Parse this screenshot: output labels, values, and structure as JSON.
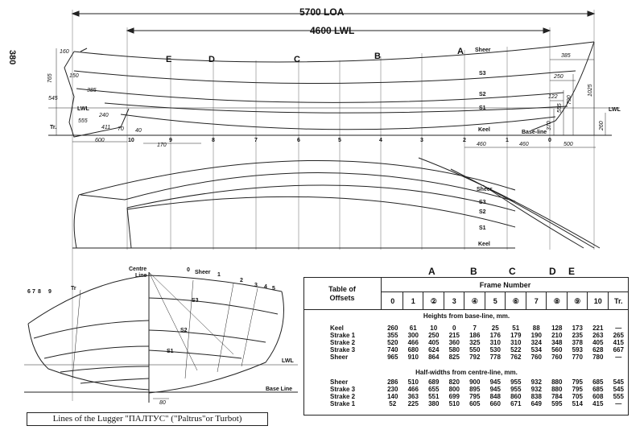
{
  "page_number": "380",
  "dims": {
    "loa": "5700 LOA",
    "lwl": "4600 LWL",
    "d160": "160",
    "d765": "765",
    "d150": "150",
    "d545": "545",
    "d385a": "385",
    "d555": "555",
    "d240": "240",
    "d411": "411",
    "d70": "70",
    "d40": "40",
    "d600": "600",
    "d170": "170",
    "d460a": "460",
    "d460b": "460",
    "d500": "500",
    "d385b": "385",
    "d250": "250",
    "d122": "122",
    "d370": "370",
    "d555b": "555",
    "d790": "790",
    "d1025": "1025",
    "d260": "260",
    "d80": "80"
  },
  "stations": {
    "letters": [
      "E",
      "D",
      "C",
      "B",
      "A"
    ],
    "numbers": [
      "10",
      "9",
      "8",
      "7",
      "6",
      "5",
      "4",
      "3",
      "2",
      "1",
      "0"
    ]
  },
  "profile_labels": {
    "sheer": "Sheer",
    "s3": "S3",
    "s2": "S2",
    "s1": "S1",
    "keel": "Keel",
    "base_line": "Base-line",
    "lwl": "LWL",
    "lwl_right": "LWL",
    "tr": "Tr."
  },
  "plan_labels": {
    "sheer": "Sheer",
    "s3": "S3",
    "s2": "S2",
    "s1": "S1",
    "keel": "Keel"
  },
  "body_plan": {
    "centre_line": "Centre\nLine",
    "sheer": "Sheer",
    "s3": "S3",
    "s2": "S2",
    "s1": "S1",
    "lwl": "LWL",
    "base_line": "Base Line",
    "tr": "Tr",
    "left_stations": [
      "6",
      "7",
      "8",
      "9"
    ],
    "right_stations": [
      "0",
      "1",
      "2",
      "3",
      "4",
      "5"
    ]
  },
  "table": {
    "title": "Table of\nOffsets",
    "frame_number": "Frame Number",
    "letters": [
      "A",
      "B",
      "C",
      "D",
      "E"
    ],
    "columns": [
      "0",
      "1",
      "②",
      "3",
      "④",
      "5",
      "⑥",
      "7",
      "⑧",
      "⑨",
      "10",
      "Tr."
    ],
    "heights_title": "Heights from base-line, mm.",
    "heights": [
      {
        "label": "Keel",
        "values": [
          "260",
          "61",
          "10",
          "0",
          "7",
          "25",
          "51",
          "88",
          "128",
          "173",
          "221",
          "—"
        ]
      },
      {
        "label": "Strake 1",
        "values": [
          "355",
          "300",
          "250",
          "215",
          "186",
          "176",
          "179",
          "190",
          "210",
          "235",
          "263",
          "265"
        ]
      },
      {
        "label": "Strake 2",
        "values": [
          "520",
          "466",
          "405",
          "360",
          "325",
          "310",
          "310",
          "324",
          "348",
          "378",
          "405",
          "415"
        ]
      },
      {
        "label": "Strake 3",
        "values": [
          "740",
          "680",
          "624",
          "580",
          "550",
          "530",
          "522",
          "534",
          "560",
          "593",
          "628",
          "667"
        ]
      },
      {
        "label": "Sheer",
        "values": [
          "965",
          "910",
          "864",
          "825",
          "792",
          "778",
          "762",
          "760",
          "760",
          "770",
          "780",
          "—"
        ]
      }
    ],
    "halfwidths_title": "Half-widths from centre-line, mm.",
    "halfwidths": [
      {
        "label": "Sheer",
        "values": [
          "286",
          "510",
          "689",
          "820",
          "900",
          "945",
          "955",
          "932",
          "880",
          "795",
          "685",
          "545"
        ]
      },
      {
        "label": "Strake 3",
        "values": [
          "230",
          "466",
          "655",
          "800",
          "895",
          "945",
          "955",
          "932",
          "880",
          "795",
          "685",
          "545"
        ]
      },
      {
        "label": "Strake 2",
        "values": [
          "140",
          "363",
          "551",
          "699",
          "795",
          "848",
          "860",
          "838",
          "784",
          "705",
          "608",
          "555"
        ]
      },
      {
        "label": "Strake 1",
        "values": [
          "52",
          "225",
          "380",
          "510",
          "605",
          "660",
          "671",
          "649",
          "595",
          "514",
          "415",
          "—"
        ]
      }
    ]
  },
  "caption": "Lines of the Lugger \"ПАЛТУС\" (\"Paltrus\"or Turbot)"
}
